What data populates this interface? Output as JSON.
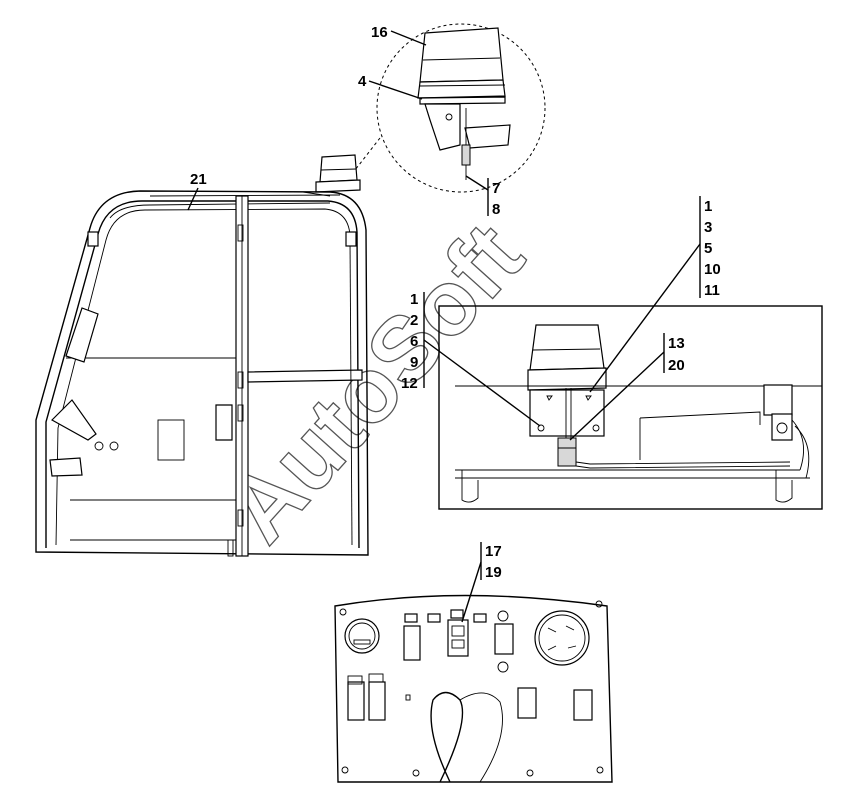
{
  "watermark": "AutoSoft",
  "callouts": {
    "beacon_detail": {
      "light": "16",
      "bracket": "4",
      "fasteners_a": "7",
      "fasteners_b": "8"
    },
    "cab": {
      "wire_harness": "21"
    },
    "roof_group_right": [
      "1",
      "3",
      "5",
      "10",
      "11"
    ],
    "roof_group_left": [
      "1",
      "2",
      "6",
      "9",
      "12"
    ],
    "roof_connector": [
      "13",
      "20"
    ],
    "switch_panel": [
      "17",
      "19"
    ]
  }
}
